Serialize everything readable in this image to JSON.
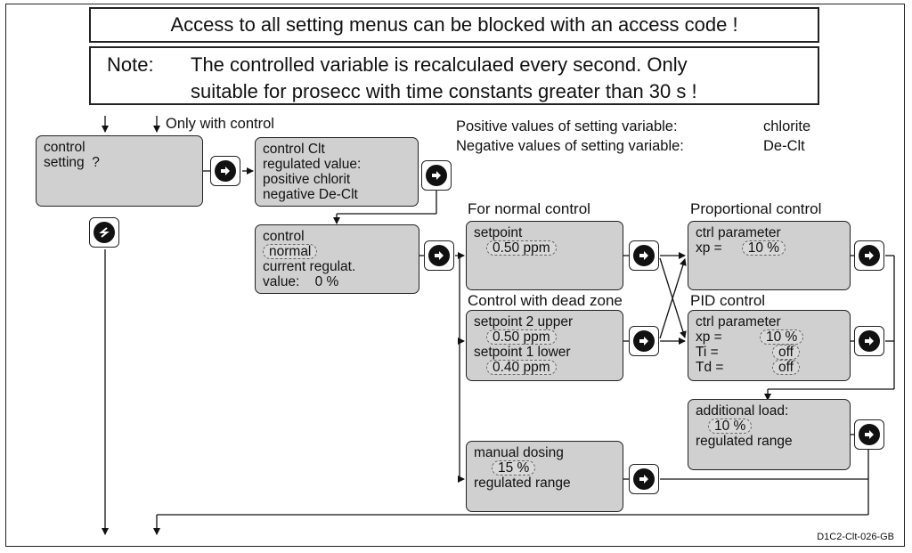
{
  "banner_access": "Access to all setting menus can be blocked with an access code !",
  "note": {
    "label": "Note:",
    "line1": "The controlled variable is recalculaed every second. Only",
    "line2": "suitable for prosecc with time constants greater than 30 s !"
  },
  "only_with_control": "Only with control",
  "info": {
    "pos_label": "Positive values of setting variable:",
    "pos_value": "chlorite",
    "neg_label": "Negative values of setting variable:",
    "neg_value": "De-Clt"
  },
  "boxes": {
    "control_setting": {
      "l1": "control",
      "l2": "setting  ?"
    },
    "control_clt": {
      "l1": "control Clt",
      "l2": "regulated value:",
      "l3": "positive chlorit",
      "l4": "negative De-Clt"
    },
    "control_mode": {
      "l1": "control",
      "mode": "normal",
      "l3": "current regulat.",
      "l4": "value:    0 %"
    },
    "normal": {
      "l1": "setpoint",
      "setpoint": "0.50 ppm"
    },
    "dead_zone": {
      "l1": "setpoint 2 upper",
      "upper": "0.50 ppm",
      "l3": "setpoint 1 lower",
      "lower": "0.40 ppm"
    },
    "manual": {
      "l1": "manual dosing",
      "value": "15 %",
      "l3": "regulated range"
    },
    "proportional": {
      "l1": "ctrl parameter",
      "xp_label": "xp =",
      "xp": "10 %"
    },
    "pid": {
      "l1": "ctrl parameter",
      "xp_label": "xp =",
      "xp": "10 %",
      "ti_label": "Ti =",
      "ti": "off",
      "td_label": "Td =",
      "td": "off"
    },
    "additional": {
      "l1": "additional load:",
      "value": "10 %",
      "l3": "regulated range"
    }
  },
  "headers": {
    "normal": "For normal control",
    "dead_zone": "Control with dead zone",
    "proportional": "Proportional control",
    "pid": "PID control"
  },
  "figure_code": "D1C2-Clt-026-GB",
  "icons": {
    "enter": "enter-icon",
    "escape": "escape-icon"
  }
}
